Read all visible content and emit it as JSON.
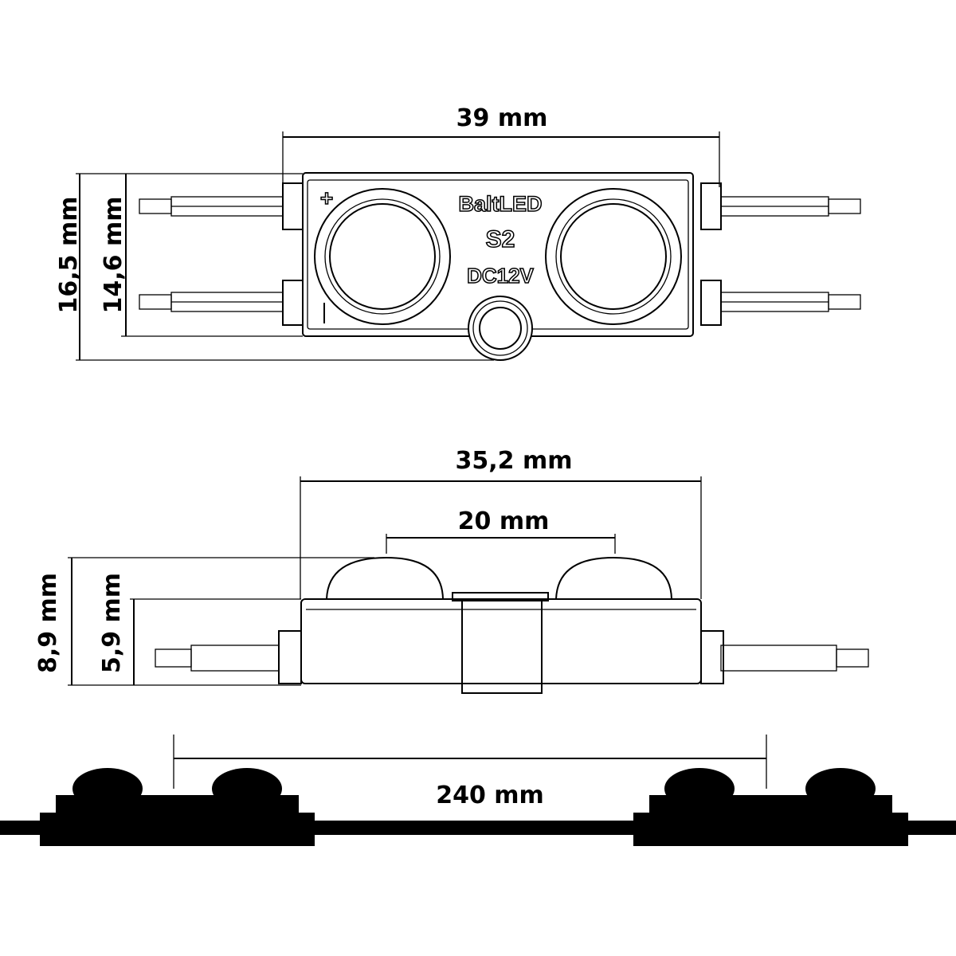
{
  "top_view": {
    "width_dim": "39 mm",
    "height_outer_dim": "16,5  mm",
    "height_inner_dim": "14,6  mm",
    "brand": "BaltLED",
    "model": "S2",
    "voltage": "DC12V",
    "plus": "+",
    "minus": "-"
  },
  "side_view": {
    "body_length_dim": "35,2 mm",
    "lens_pitch_dim": "20 mm",
    "height_total_dim": "8,9 mm",
    "height_body_dim": "5,9 mm"
  },
  "chain_view": {
    "spacing_dim": "240 mm"
  }
}
